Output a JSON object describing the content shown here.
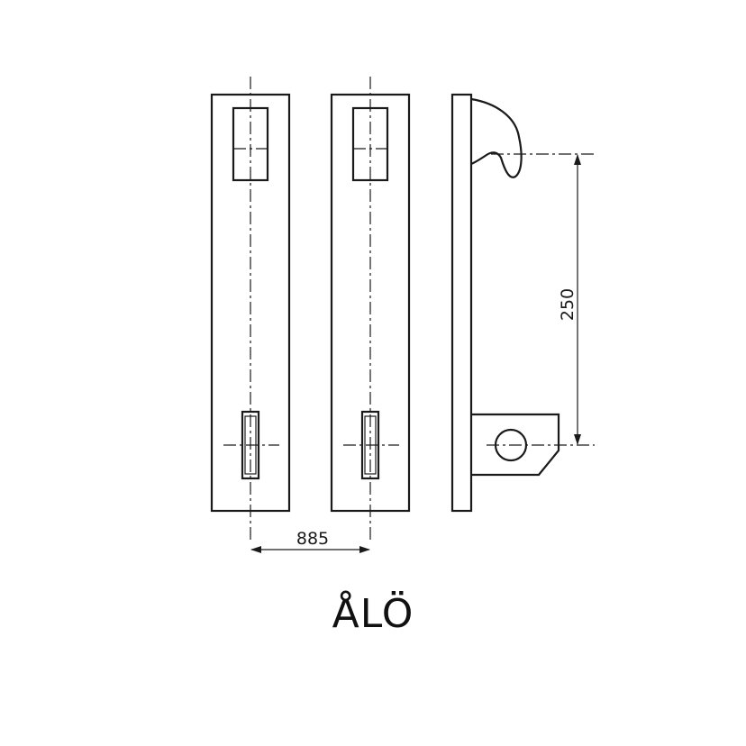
{
  "dimensions": {
    "horizontal": "885",
    "vertical": "250"
  },
  "brand": {
    "name": "ÅLÖ"
  },
  "colors": {
    "line": "#1a1a1a",
    "background": "#ffffff"
  }
}
